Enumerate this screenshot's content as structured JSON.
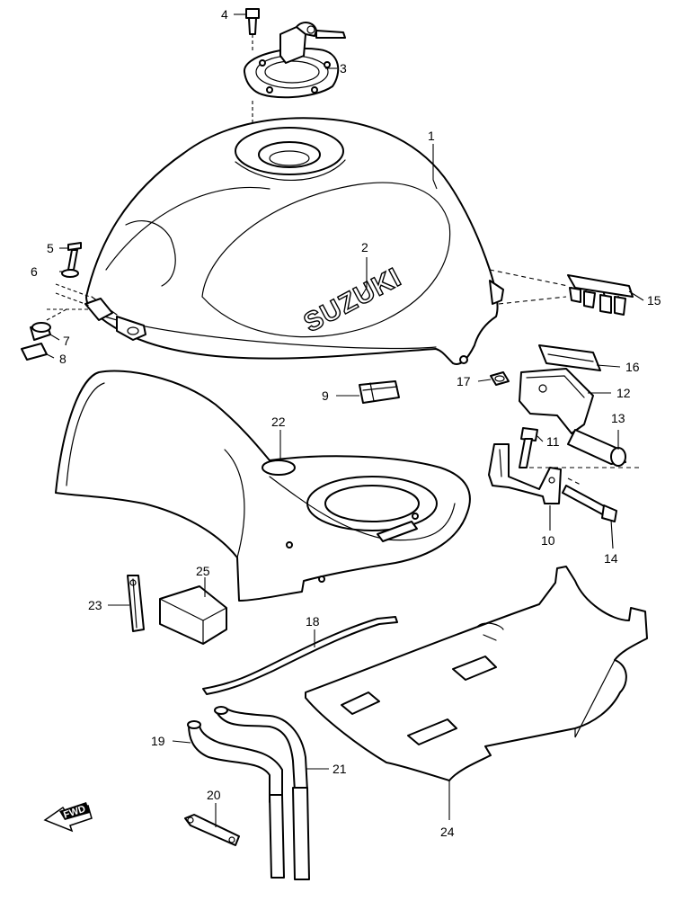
{
  "diagram": {
    "brand_text": "SUZUKI",
    "direction_text": "FWD",
    "callouts": [
      "1",
      "2",
      "3",
      "4",
      "5",
      "6",
      "7",
      "8",
      "9",
      "10",
      "11",
      "12",
      "13",
      "14",
      "15",
      "16",
      "17",
      "18",
      "19",
      "20",
      "21",
      "22",
      "23",
      "24",
      "25"
    ]
  }
}
